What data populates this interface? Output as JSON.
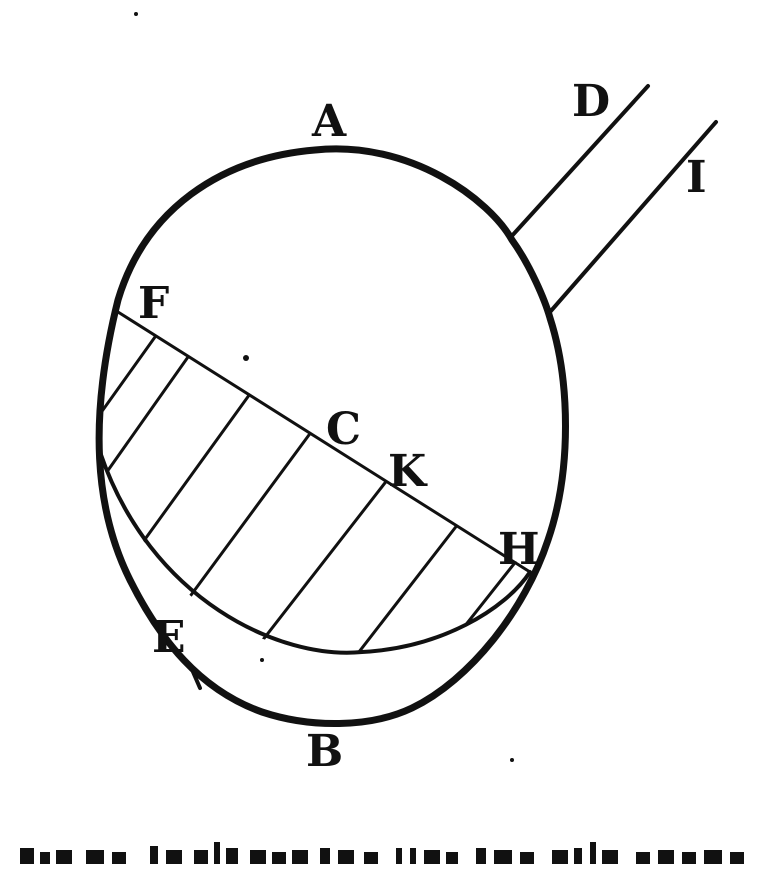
{
  "diagram": {
    "labels": {
      "A": "A",
      "B": "B",
      "C": "C",
      "D": "D",
      "E": "E",
      "F": "F",
      "H": "H",
      "I": "I",
      "K": "K"
    },
    "colors": {
      "ink": "#111111",
      "paper": "#ffffff"
    }
  }
}
